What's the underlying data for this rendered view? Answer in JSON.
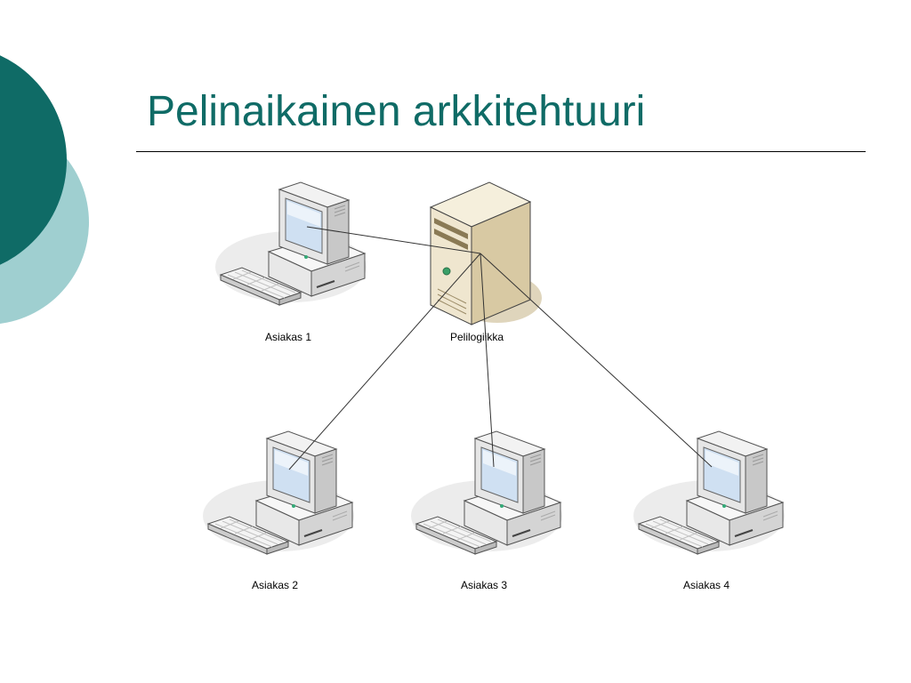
{
  "slide": {
    "title": "Pelinaikainen arkkitehtuuri"
  },
  "diagram": {
    "server": {
      "label": "Pelilogiikka",
      "icon": "server-tower-icon"
    },
    "clients": [
      {
        "label": "Asiakas 1",
        "icon": "desktop-computer-icon"
      },
      {
        "label": "Asiakas 2",
        "icon": "desktop-computer-icon"
      },
      {
        "label": "Asiakas 3",
        "icon": "desktop-computer-icon"
      },
      {
        "label": "Asiakas 4",
        "icon": "desktop-computer-icon"
      }
    ]
  },
  "colors": {
    "title": "#0f6b66",
    "circle_dark": "#0f6b66",
    "circle_light": "#9fcfd0",
    "server_body": "#efe6cf",
    "server_shadow": "#c9b98f"
  }
}
